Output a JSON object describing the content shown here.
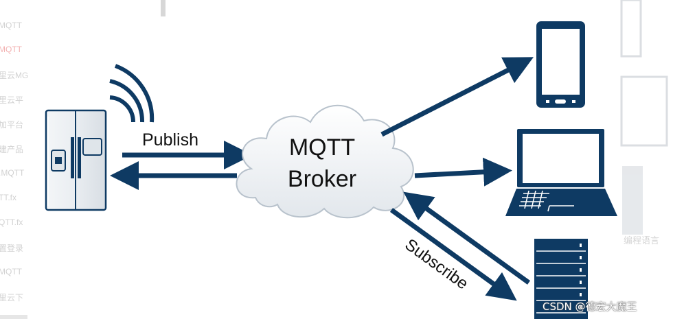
{
  "diagram": {
    "broker_line1": "MQTT",
    "broker_line2": "Broker",
    "publish_label": "Publish",
    "subscribe_label": "Subscribe"
  },
  "background_sidebar": {
    "items": [
      "MQTT",
      "MQTT",
      "里云MG",
      "里云平",
      "加平台",
      "建产品",
      ".MQTT",
      "TT.fx",
      "QTT.fx",
      "置登录",
      "MQTT",
      "里云下"
    ]
  },
  "background_right_text": "编程语言",
  "watermark": "CSDN @德宏大魔王",
  "icons": {
    "fridge": "refrigerator-icon",
    "wifi": "wireless-signal-icon",
    "phone": "smartphone-icon",
    "laptop": "laptop-icon",
    "server": "server-rack-icon"
  },
  "colors": {
    "navy": "#0e3a63",
    "cloud_fill": "#eef1f4",
    "cloud_stroke": "#b8c2cc"
  }
}
